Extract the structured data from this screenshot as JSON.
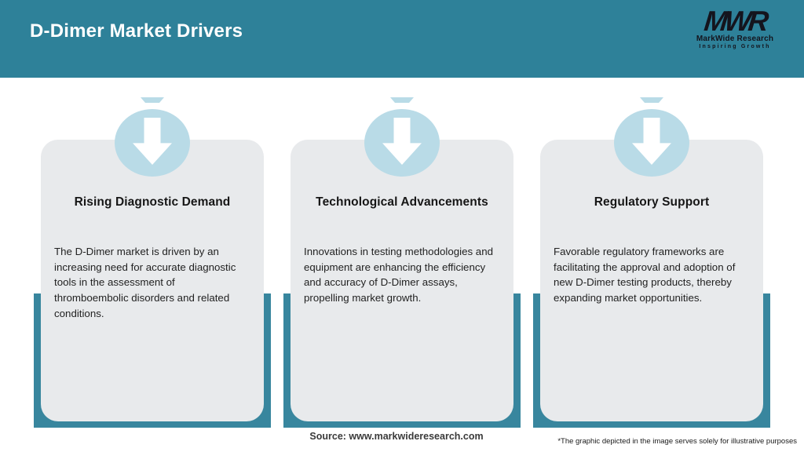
{
  "header": {
    "title": "D-Dimer Market Drivers",
    "logo": {
      "acronym": "MWR",
      "name": "MarkWide Research",
      "tagline": "Inspiring Growth"
    }
  },
  "cards": [
    {
      "icon": "arrow-down-icon",
      "title": "Rising Diagnostic Demand",
      "body": "The D-Dimer market is driven by an increasing need for accurate diagnostic tools in the assessment of thromboembolic disorders and related conditions."
    },
    {
      "icon": "arrow-down-icon",
      "title": "Technological Advancements",
      "body": "Innovations in testing methodologies and equipment are enhancing the efficiency and accuracy of D-Dimer assays, propelling market growth."
    },
    {
      "icon": "arrow-down-icon",
      "title": "Regulatory Support",
      "body": "Favorable regulatory frameworks are facilitating the approval and adoption of new D-Dimer testing products, thereby expanding market opportunities."
    }
  ],
  "footer": {
    "source": "Source: www.markwideresearch.com",
    "disclaimer": "*The graphic depicted in the image serves solely for illustrative purposes"
  },
  "colors": {
    "header_teal": "#2E8199",
    "frame_teal": "#38869E",
    "circle_blue": "#B9DBE7",
    "card_gray": "#E8EAEC"
  }
}
